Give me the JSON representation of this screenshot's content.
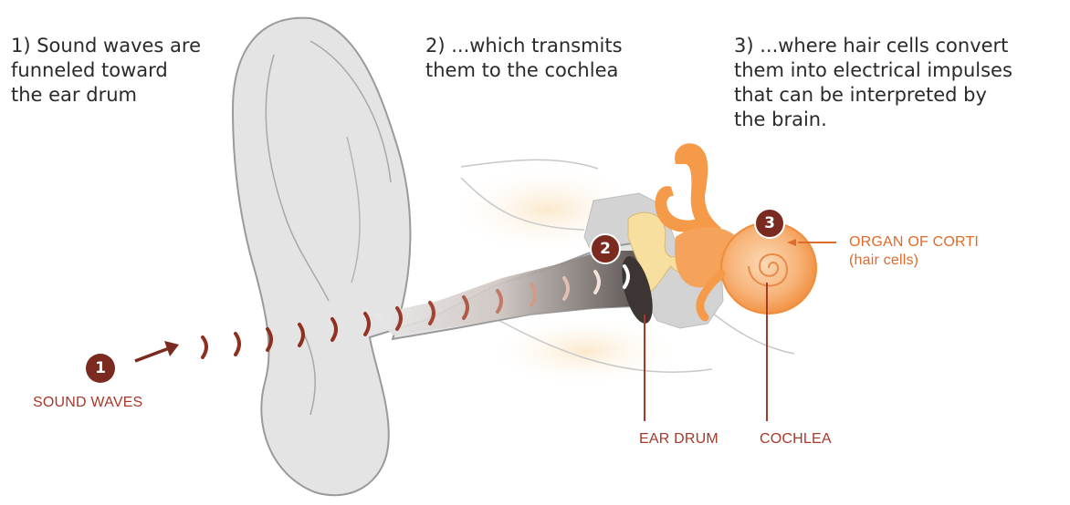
{
  "steps": [
    {
      "text": "1) Sound waves are\nfunneled toward\nthe ear drum"
    },
    {
      "text": "2) ...which transmits\n  them to the cochlea"
    },
    {
      "text": "3) ...where hair cells convert\n  them into electrical impulses\n  that can be interpreted by\n  the brain."
    }
  ],
  "badges": [
    "1",
    "2",
    "3"
  ],
  "labels": {
    "sound_waves": "SOUND WAVES",
    "ear_drum": "EAR DRUM",
    "cochlea": "COCHLEA",
    "organ_of_corti": "ORGAN OF CORTI\n(hair cells)"
  },
  "colors": {
    "accent": "#7a2a1e",
    "label_red": "#a8382a",
    "orange": "#f28c2e",
    "corti_orange": "#e06a2a",
    "ear_fill": "#e4e4e4",
    "ear_stroke": "#9a9a9a"
  }
}
